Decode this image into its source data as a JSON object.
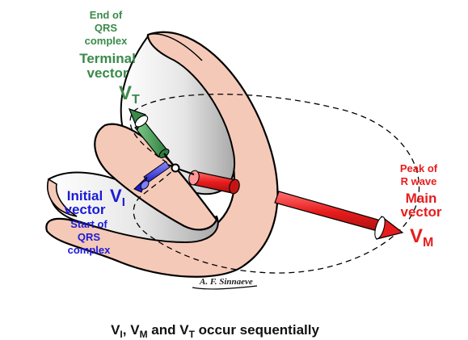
{
  "terminal": {
    "line1": "End of",
    "line2": "QRS",
    "line3": "complex",
    "title1": "Terminal",
    "title2": "vector",
    "symbol": "V",
    "subscript": "T"
  },
  "initial": {
    "title1": "Initial",
    "title2": "vector",
    "symbol": "V",
    "subscript": "I",
    "line1": "Start of",
    "line2": "QRS",
    "line3": "complex"
  },
  "main": {
    "line1": "Peak of",
    "line2": "R wave",
    "title1": "Main",
    "title2": "vector",
    "symbol": "V",
    "subscript": "M"
  },
  "signature": "A. F. Sinnaeve",
  "caption": {
    "v1": "V",
    "s1": "I",
    "sep1": ", ",
    "v2": "V",
    "s2": "M",
    "sep2": " and ",
    "v3": "V",
    "s3": "T",
    "rest": " occur sequentially"
  },
  "colors": {
    "terminal": "#3a8a4a",
    "initial": "#1b1bd6",
    "main": "#e81c1c",
    "heart_wall": "#f5c9b8"
  }
}
